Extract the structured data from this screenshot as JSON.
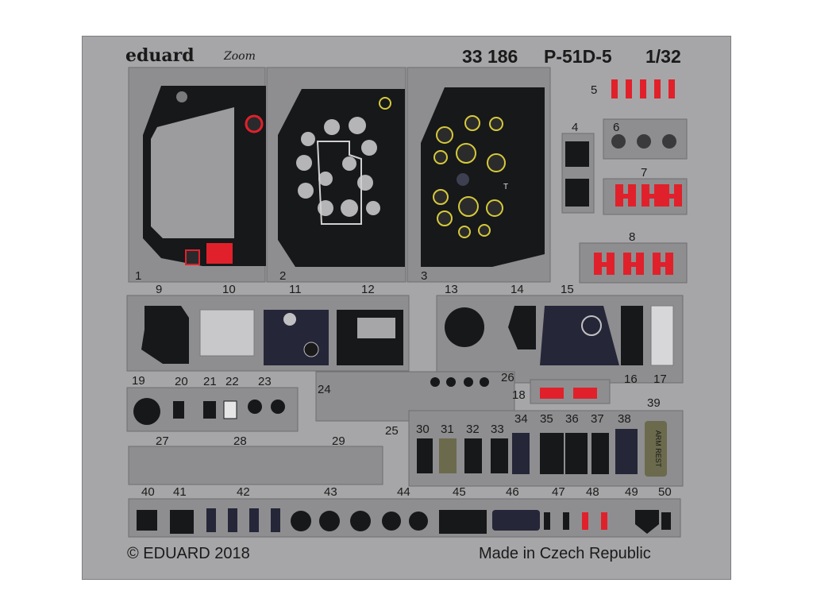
{
  "header": {
    "brand": "eduard",
    "sub_brand": "Zoom",
    "product_number": "33 186",
    "model": "P-51D-5",
    "scale": "1/32"
  },
  "footer": {
    "copyright": "© EDUARD 2018",
    "origin": "Made in Czech Republic"
  },
  "part_numbers": [
    "1",
    "2",
    "3",
    "4",
    "5",
    "6",
    "7",
    "8",
    "9",
    "10",
    "11",
    "12",
    "13",
    "14",
    "15",
    "16",
    "17",
    "18",
    "19",
    "20",
    "21",
    "22",
    "23",
    "24",
    "25",
    "26",
    "27",
    "28",
    "29",
    "30",
    "31",
    "32",
    "33",
    "34",
    "35",
    "36",
    "37",
    "38",
    "39",
    "40",
    "41",
    "42",
    "43",
    "44",
    "45",
    "46",
    "47",
    "48",
    "49",
    "50"
  ],
  "part_39_text": "ARM REST",
  "colors": {
    "fret": "#a6a6a8",
    "panel": "#16181a",
    "gauge_yellow": "#d6c93a",
    "accent_red": "#e0212b",
    "navy": "#252638",
    "olive": "#6b6a4c"
  }
}
